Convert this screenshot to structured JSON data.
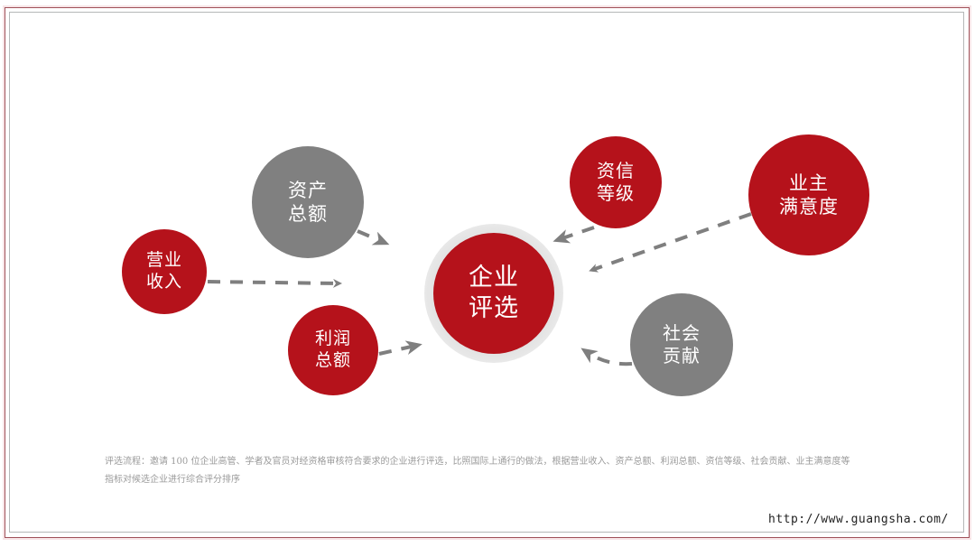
{
  "diagram": {
    "title": "企业评选",
    "center": {
      "line1": "企业",
      "line2": "评选",
      "color": "#b5121b"
    },
    "nodes": [
      {
        "id": "revenue",
        "line1": "营业",
        "line2": "收入",
        "color": "#b5121b"
      },
      {
        "id": "total-assets",
        "line1": "资产",
        "line2": "总额",
        "color": "#808080"
      },
      {
        "id": "total-profit",
        "line1": "利润",
        "line2": "总额",
        "color": "#b5121b"
      },
      {
        "id": "credit-rating",
        "line1": "资信",
        "line2": "等级",
        "color": "#b5121b"
      },
      {
        "id": "owner-satisfaction",
        "line1": "业主",
        "line2": "满意度",
        "color": "#b5121b"
      },
      {
        "id": "social-contribution",
        "line1": "社会",
        "line2": "贡献",
        "color": "#808080"
      }
    ],
    "edges": [
      {
        "from": "revenue",
        "to": "center",
        "style": "dashed"
      },
      {
        "from": "total-assets",
        "to": "center",
        "style": "dashed"
      },
      {
        "from": "total-profit",
        "to": "center",
        "style": "dashed"
      },
      {
        "from": "credit-rating",
        "to": "center",
        "style": "dashed"
      },
      {
        "from": "owner-satisfaction",
        "to": "center",
        "style": "dashed"
      },
      {
        "from": "social-contribution",
        "to": "center",
        "style": "dashed"
      }
    ],
    "arrow_color": "#7f7f7f"
  },
  "caption": {
    "line1": "评选流程：邀请 100 位企业高管、学者及官员对经资格审核符合要求的企业进行评选，比照国际上通行的做法，根据营业收入、资产总额、利润总额、资信等级、社会贡献、业主满意度等",
    "line2": "指标对候选企业进行综合评分排序"
  },
  "watermark": "http://www.guangsha.com/"
}
